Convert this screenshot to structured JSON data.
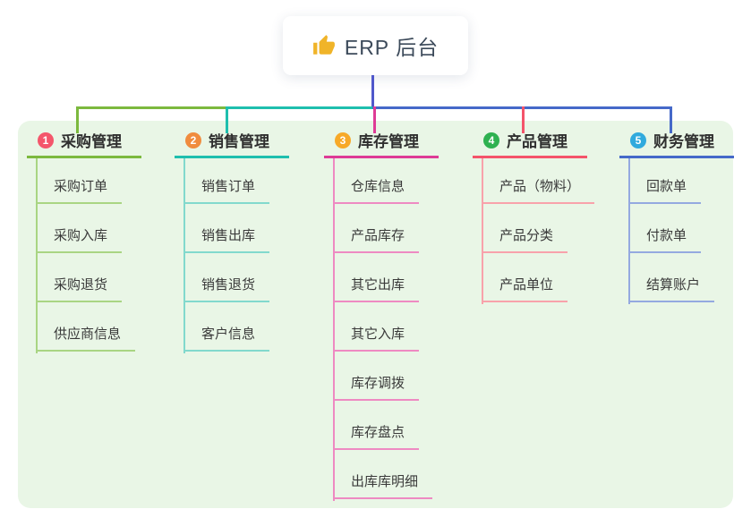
{
  "root": {
    "title": "ERP 后台",
    "icon": "thumbs-up-icon",
    "icon_color": "#f0b429",
    "stem_color": "#5058cb"
  },
  "panel": {
    "background": "#e9f6e6"
  },
  "connectors": {
    "segments": [
      {
        "name": "left-segment",
        "color": "#7cb93e"
      },
      {
        "name": "mid-segment",
        "color": "#1fbfae"
      },
      {
        "name": "right-segment",
        "color": "#4569c9"
      }
    ]
  },
  "branches": [
    {
      "index": "1",
      "label": "采购管理",
      "badge_color": "#f4566b",
      "line_color": "#7cb93e",
      "child_line_color": "#a9d583",
      "children": [
        "采购订单",
        "采购入库",
        "采购退货",
        "供应商信息"
      ]
    },
    {
      "index": "2",
      "label": "销售管理",
      "badge_color": "#f08c3e",
      "line_color": "#1fbfae",
      "child_line_color": "#82d9cd",
      "children": [
        "销售订单",
        "销售出库",
        "销售退货",
        "客户信息"
      ]
    },
    {
      "index": "3",
      "label": "库存管理",
      "badge_color": "#f7a928",
      "line_color": "#de3b96",
      "child_line_color": "#ee8ac2",
      "children": [
        "仓库信息",
        "产品库存",
        "其它出库",
        "其它入库",
        "库存调拨",
        "库存盘点",
        "出库库明细"
      ]
    },
    {
      "index": "4",
      "label": "产品管理",
      "badge_color": "#2eb150",
      "line_color": "#f4546a",
      "child_line_color": "#f8a2ab",
      "children": [
        "产品（物料）",
        "产品分类",
        "产品单位"
      ]
    },
    {
      "index": "5",
      "label": "财务管理",
      "badge_color": "#30aadd",
      "line_color": "#4569c9",
      "child_line_color": "#94a9e0",
      "children": [
        "回款单",
        "付款单",
        "结算账户"
      ]
    }
  ]
}
